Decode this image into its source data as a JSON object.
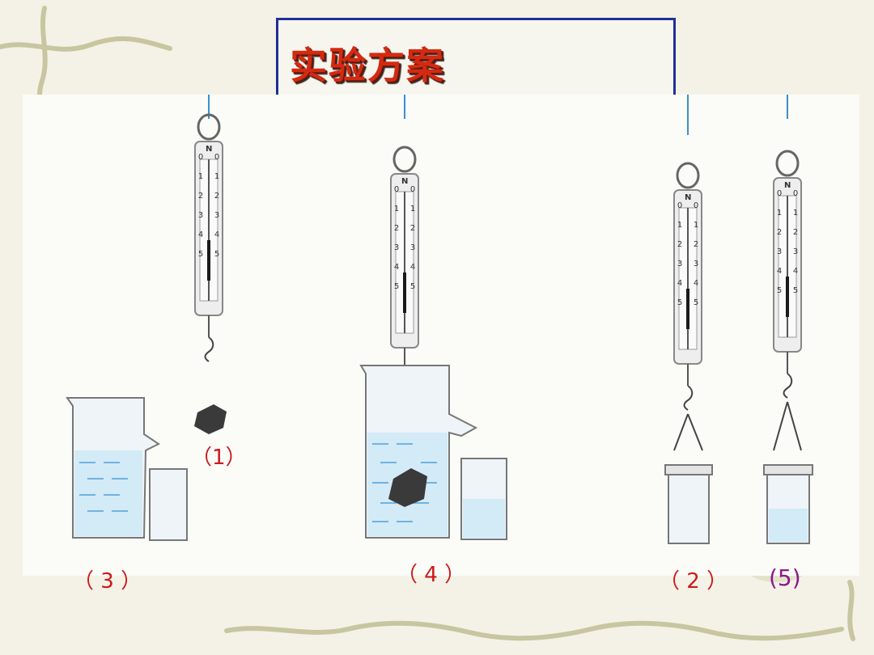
{
  "title": "实验方案",
  "labels": {
    "step1": "（1）",
    "step2": "（ 2 ）",
    "step3": "（ 3 ）",
    "step4": "（ 4 ）",
    "step5": "(5)"
  },
  "scale": {
    "unit": "N",
    "ticks_left": [
      "0",
      "1",
      "2",
      "3",
      "4",
      "5"
    ],
    "ticks_right": [
      "0",
      "1",
      "2",
      "3",
      "4",
      "5"
    ]
  },
  "colors": {
    "label_red": "#cc1a1a",
    "label_purple": "#8b1a8b",
    "title_red": "#d42a10",
    "title_border": "#1f2f9a",
    "water": "#d3eaf7"
  }
}
